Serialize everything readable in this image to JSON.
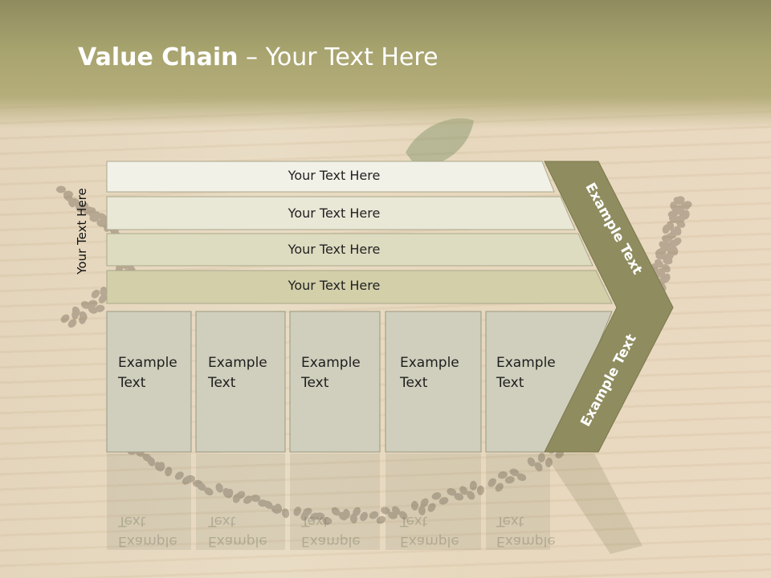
{
  "slide": {
    "title_bold": "Value Chain",
    "title_rest": " – Your Text Here"
  },
  "diagram": {
    "side_label": "Your Text Here",
    "rows": [
      {
        "label": "Your Text Here"
      },
      {
        "label": "Your Text Here"
      },
      {
        "label": "Your Text Here"
      },
      {
        "label": "Your Text Here"
      }
    ],
    "columns": [
      {
        "line1": "Example",
        "line2": "Text"
      },
      {
        "line1": "Example",
        "line2": "Text"
      },
      {
        "line1": "Example",
        "line2": "Text"
      },
      {
        "line1": "Example",
        "line2": "Text"
      },
      {
        "line1": "Example",
        "line2": "Text"
      }
    ],
    "arrow_upper": "Example Text",
    "arrow_lower": "Example Text"
  },
  "colors": {
    "arrow": "#8f8c5f",
    "row_fills": [
      "#f2f1e8",
      "#e9e7d6",
      "#dedcc0",
      "#d2cfa9"
    ],
    "column_fill": "#d0cfbd"
  }
}
